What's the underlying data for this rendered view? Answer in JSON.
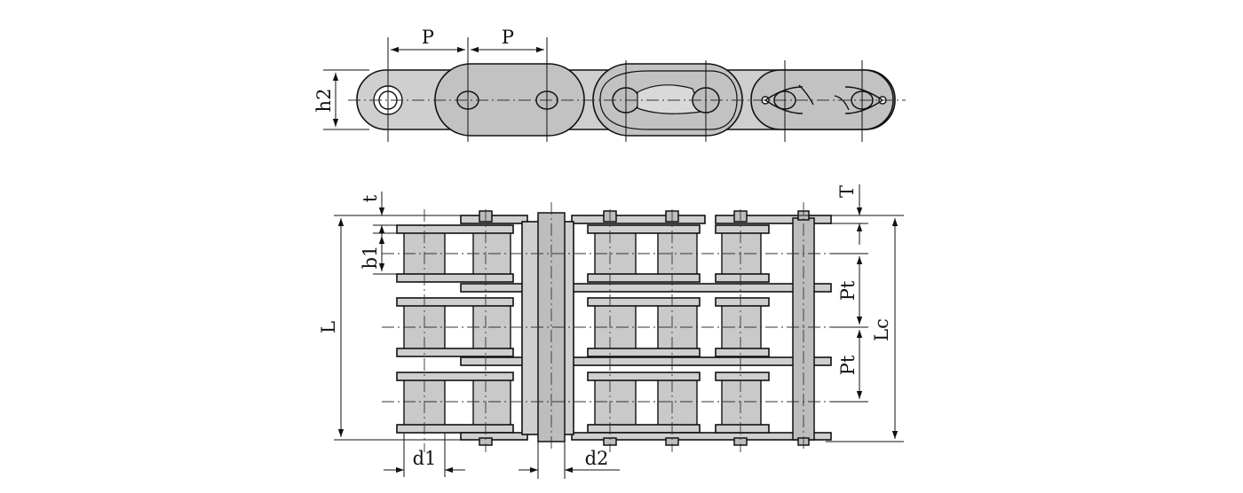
{
  "top_view": {
    "pitch_label_1": "P",
    "pitch_label_2": "P",
    "plate_height_label": "h2"
  },
  "bottom_view": {
    "plate_thickness_label": "t",
    "inner_width_label": "b1",
    "total_length_label": "L",
    "roller_diameter_label": "d1",
    "pin_diameter_label": "d2",
    "link_plate_T_label": "T",
    "transverse_pitch_label_1": "Pt",
    "transverse_pitch_label_2": "Pt",
    "connecting_length_label": "Lc"
  },
  "colors": {
    "line": "#111111",
    "plate_fill": "#cfcfcf",
    "background": "#ffffff"
  }
}
